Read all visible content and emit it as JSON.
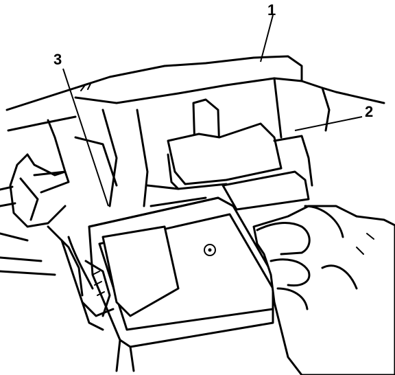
{
  "callouts": {
    "c1": "1",
    "c2": "2",
    "c3": "3"
  },
  "icons": [
    "dash-panel",
    "relay-bracket",
    "control-module",
    "hand",
    "mounting-screw"
  ],
  "colors": {
    "line": "#000000",
    "background": "#ffffff"
  }
}
